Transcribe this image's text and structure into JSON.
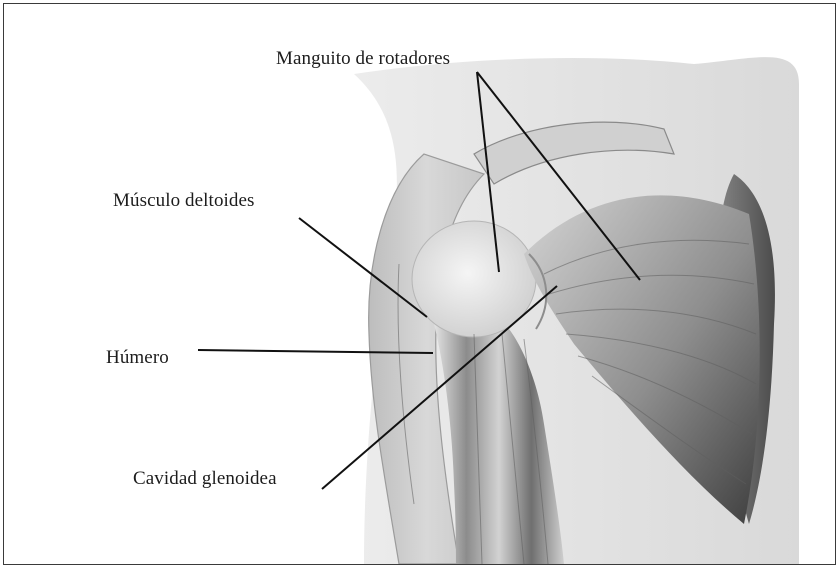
{
  "figure": {
    "labels": {
      "rotator_cuff": "Manguito de rotadores",
      "deltoid": "Músculo deltoides",
      "humerus": "Húmero",
      "glenoid": "Cavidad glenoidea"
    },
    "palette": {
      "border": "#3a3a3a",
      "text": "#1c1c1c",
      "leader_lines": "#111111",
      "tissue_light": "#e9e9e9",
      "tissue_mid": "#bdbdbd",
      "tissue_dark": "#4a4a4a"
    }
  }
}
